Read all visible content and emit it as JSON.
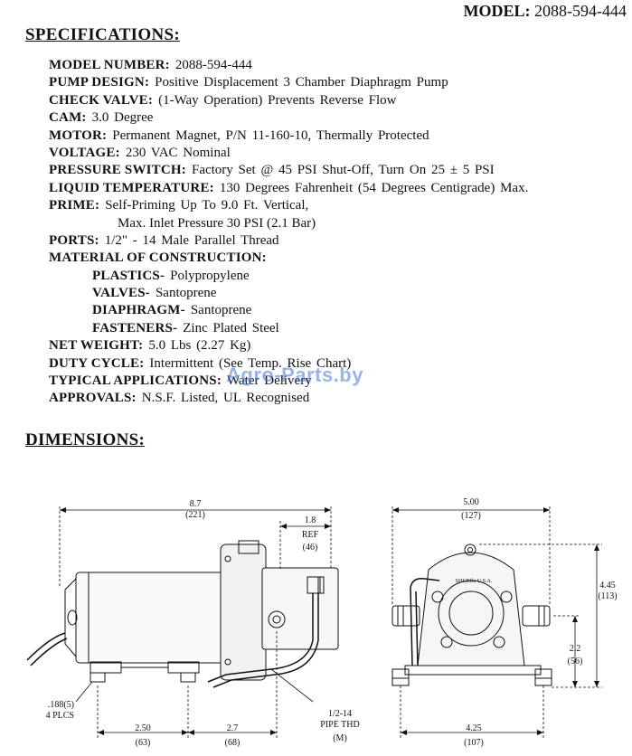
{
  "header": {
    "model_label": "MODEL:",
    "model_value": "2088-594-444"
  },
  "sections": {
    "specifications": "SPECIFICATIONS:",
    "dimensions": "DIMENSIONS:"
  },
  "specs": [
    {
      "label": "MODEL NUMBER:",
      "value": "2088-594-444"
    },
    {
      "label": "PUMP DESIGN:",
      "value": "Positive Displacement 3 Chamber Diaphragm Pump"
    },
    {
      "label": "CHECK VALVE:",
      "value": "(1-Way Operation) Prevents Reverse Flow"
    },
    {
      "label": "CAM:",
      "value": "3.0 Degree"
    },
    {
      "label": "MOTOR:",
      "value": "Permanent Magnet, P/N 11-160-10, Thermally Protected"
    },
    {
      "label": "VOLTAGE:",
      "value": "230 VAC Nominal"
    },
    {
      "label": "PRESSURE SWITCH:",
      "value": "Factory Set @ 45 PSI Shut-Off, Turn On 25 ± 5 PSI"
    },
    {
      "label": "LIQUID TEMPERATURE:",
      "value": "130 Degrees Fahrenheit (54 Degrees Centigrade) Max."
    },
    {
      "label": "PRIME:",
      "value": "Self-Priming Up To 9.0 Ft. Vertical,"
    },
    {
      "label": "",
      "value": "Max. Inlet Pressure 30 PSI (2.1 Bar)"
    },
    {
      "label": "PORTS:",
      "value": "1/2\" - 14 Male Parallel Thread"
    },
    {
      "label": "MATERIAL OF CONSTRUCTION:",
      "value": ""
    },
    {
      "label": "PLASTICS-",
      "value": "Polypropylene"
    },
    {
      "label": "VALVES-",
      "value": "Santoprene"
    },
    {
      "label": "DIAPHRAGM-",
      "value": "Santoprene"
    },
    {
      "label": "FASTENERS-",
      "value": "Zinc Plated Steel"
    },
    {
      "label": "NET WEIGHT:",
      "value": "5.0 Lbs (2.27 Kg)"
    },
    {
      "label": "DUTY CYCLE:",
      "value": "Intermittent (See Temp. Rise Chart)"
    },
    {
      "label": "TYPICAL APPLICATIONS:",
      "value": "Water Delivery"
    },
    {
      "label": "APPROVALS:",
      "value": "N.S.F. Listed, UL Recognised"
    }
  ],
  "watermark": "Agro-Parts.by",
  "dims": {
    "overall_len": "8.7",
    "overall_len_mm": "(221)",
    "ref": "1.8",
    "ref_label": "REF",
    "ref_mm": "(46)",
    "hole": ".188(5)",
    "hole_count": "4 PLCS",
    "base1": "2.50",
    "base1_mm": "(63)",
    "base2": "2.7",
    "base2_mm": "(68)",
    "pipe1": "1/2-14",
    "pipe2": "PIPE THD",
    "pipe3": "(M)",
    "width": "5.00",
    "width_mm": "(127)",
    "height": "4.45",
    "height_mm": "(113)",
    "port_h": "2.2",
    "port_h_mm": "(56)",
    "base_w": "4.25",
    "base_w_mm": "(107)",
    "brand": "SHURflo U.S.A."
  }
}
